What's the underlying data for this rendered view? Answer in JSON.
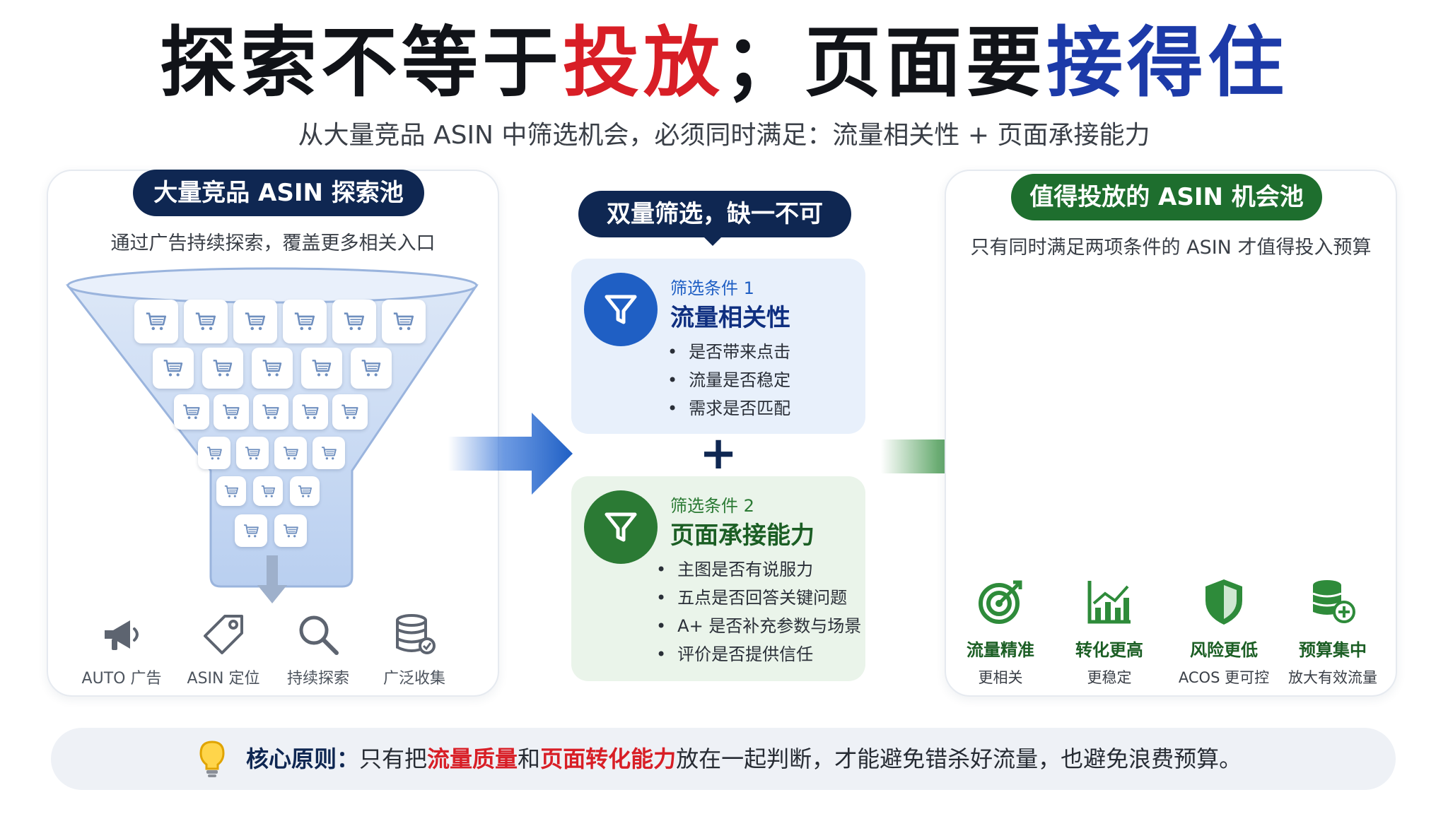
{
  "title": {
    "part1": "探索不等于",
    "part2": "投放",
    "part3": "；页面要",
    "part4": "接得住"
  },
  "subtitle": "从大量竞品 ASIN 中筛选机会，必须同时满足：流量相关性 + 页面承接能力",
  "left_panel": {
    "pill": "大量竞品 ASIN 探索池",
    "note": "通过广告持续探索，覆盖更多相关入口",
    "bottom_icons": [
      {
        "icon": "megaphone-icon",
        "label": "AUTO 广告"
      },
      {
        "icon": "tag-icon",
        "label": "ASIN 定位"
      },
      {
        "icon": "search-icon",
        "label": "持续探索"
      },
      {
        "icon": "database-icon",
        "label": "广泛收集"
      }
    ]
  },
  "center": {
    "pill": "双量筛选，缺一不可",
    "condition1": {
      "tag": "筛选条件 1",
      "title": "流量相关性",
      "items": [
        "是否带来点击",
        "流量是否稳定",
        "需求是否匹配"
      ]
    },
    "condition2": {
      "tag": "筛选条件 2",
      "title": "页面承接能力",
      "items": [
        "主图是否有说服力",
        "五点是否回答关键问题",
        "A+ 是否补充参数与场景",
        "评价是否提供信任"
      ]
    },
    "plus": "+"
  },
  "right_panel": {
    "pill": "值得投放的 ASIN 机会池",
    "note": "只有同时满足两项条件的 ASIN 才值得投入预算",
    "features": [
      {
        "icon": "target-icon",
        "title": "流量精准",
        "sub": "更相关"
      },
      {
        "icon": "growth-chart-icon",
        "title": "转化更高",
        "sub": "更稳定"
      },
      {
        "icon": "shield-icon",
        "title": "风险更低",
        "sub": "ACOS 更可控"
      },
      {
        "icon": "coins-plus-icon",
        "title": "预算集中",
        "sub": "放大有效流量"
      }
    ]
  },
  "footer": {
    "label": "核心原则：",
    "t1": "只有把",
    "h1": "流量质量",
    "t2": "和",
    "h2": "页面转化能力",
    "t3": "放在一起判断，才能避免错杀好流量，也避免浪费预算。"
  },
  "colors": {
    "navy": "#0f2752",
    "red": "#d81e26",
    "blue": "#1c3aa8",
    "green": "#1e6e2e"
  }
}
